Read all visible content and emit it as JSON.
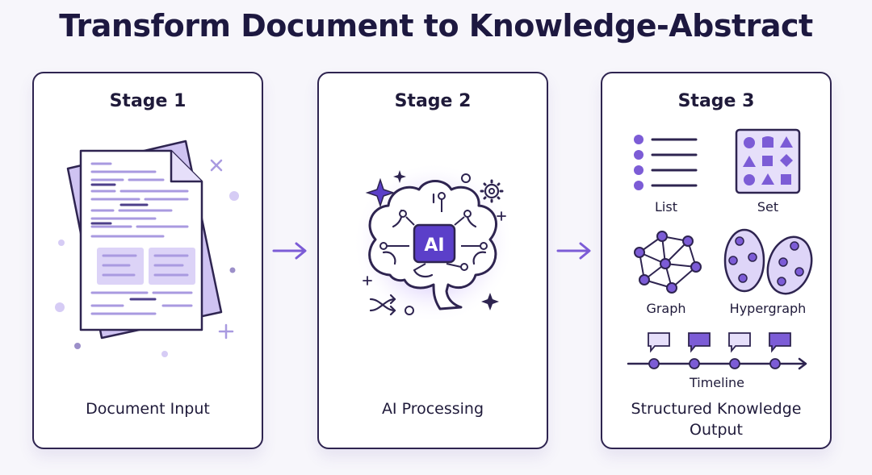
{
  "title": "Transform Document to Knowledge-Abstract",
  "stages": [
    {
      "heading": "Stage 1",
      "caption": "Document Input"
    },
    {
      "heading": "Stage 2",
      "caption": "AI Processing",
      "chip": "AI"
    },
    {
      "heading": "Stage 3",
      "caption_line1": "Structured Knowledge",
      "caption_line2": "Output",
      "structures": [
        "List",
        "Set",
        "Graph",
        "Hypergraph",
        "Timeline"
      ]
    }
  ],
  "colors": {
    "accent": "#7c5cd6",
    "outline": "#2e2450",
    "light_accent": "#cfc3f2"
  }
}
